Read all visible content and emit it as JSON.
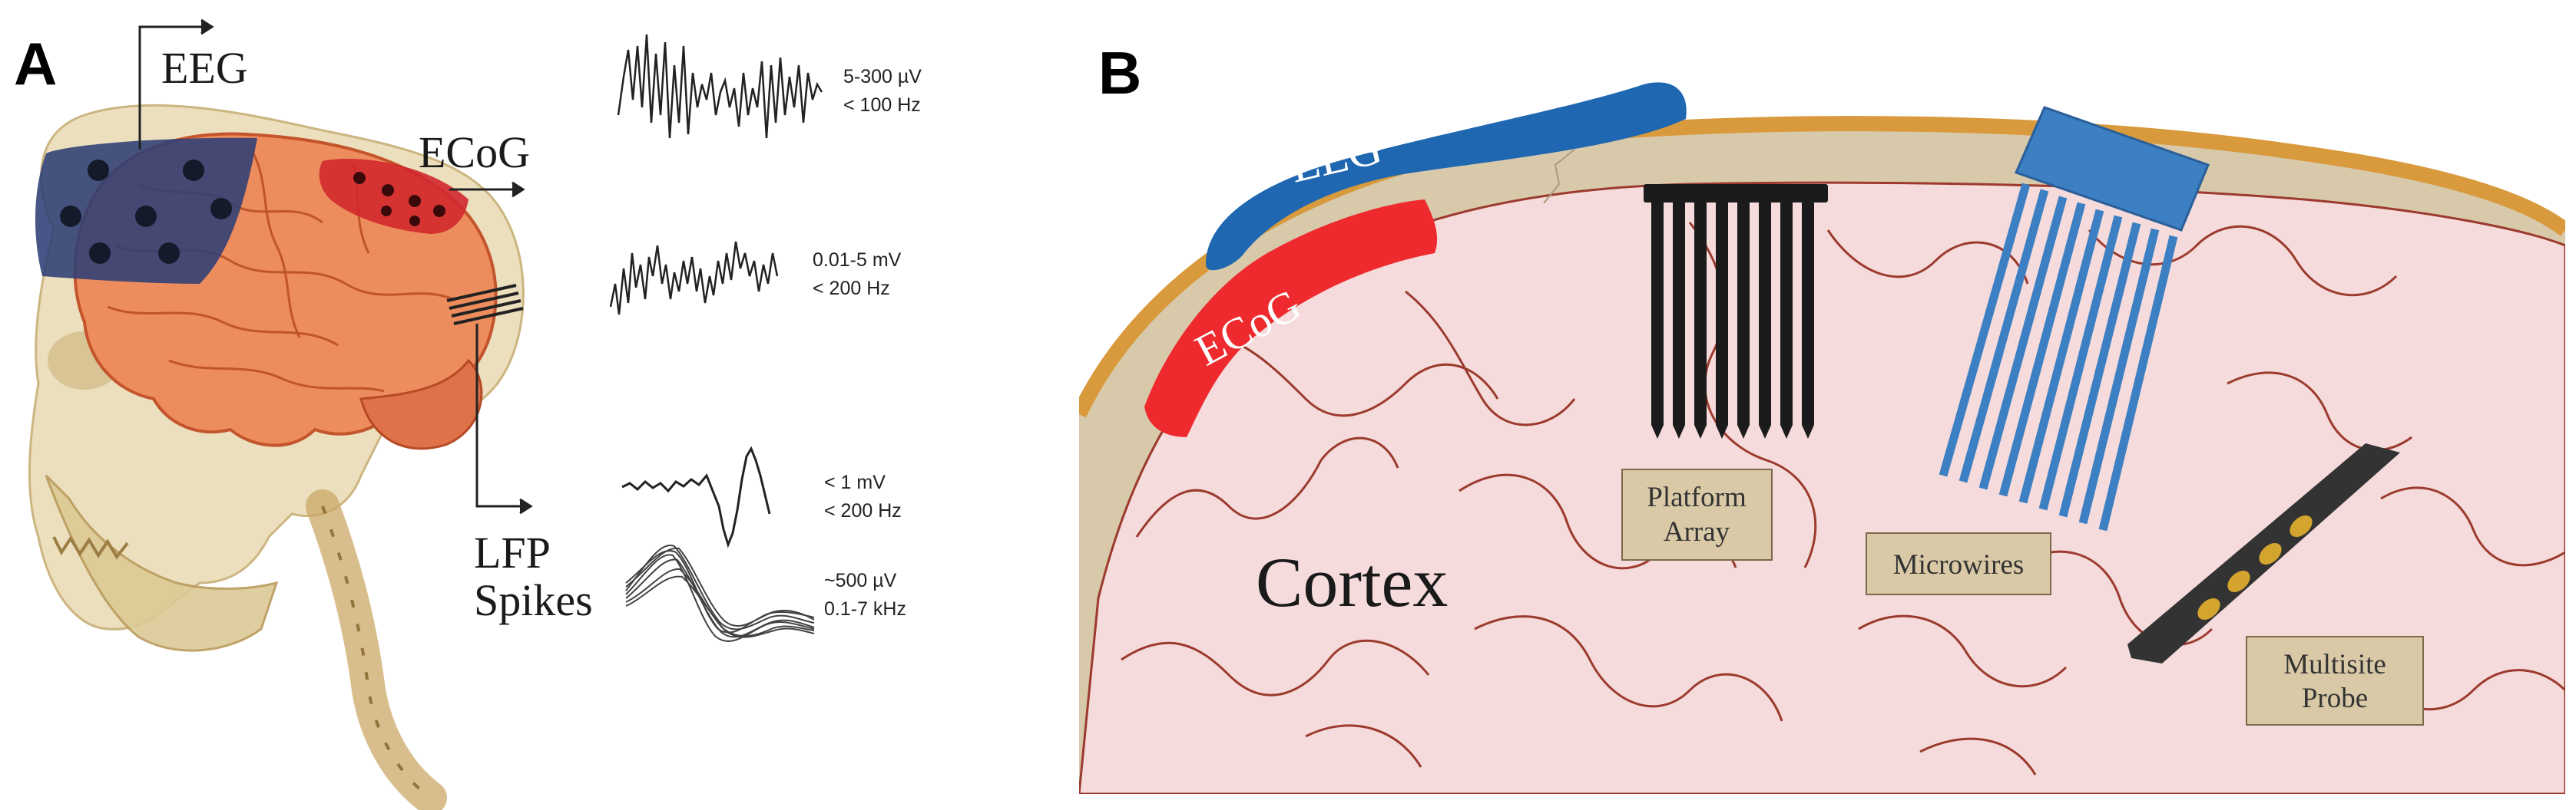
{
  "panel_a": {
    "letter": "A",
    "labels": {
      "eeg": "EEG",
      "ecog": "ECoG",
      "lfp": "LFP",
      "spikes": "Spikes"
    },
    "signals": [
      {
        "amplitude": "5-300 µV",
        "frequency": "< 100 Hz"
      },
      {
        "amplitude": "0.01-5 mV",
        "frequency": "< 200 Hz"
      },
      {
        "amplitude": "< 1 mV",
        "frequency": "< 200 Hz"
      },
      {
        "amplitude": "~500 µV",
        "frequency": "0.1-7 kHz"
      }
    ]
  },
  "panel_b": {
    "letter": "B",
    "labels": {
      "eeg": "EEG",
      "ecog": "ECoG",
      "cortex": "Cortex",
      "platform_line1": "Platform",
      "platform_line2": "Array",
      "microwires": "Microwires",
      "probe_line1": "Multisite",
      "probe_line2": "Probe"
    }
  }
}
